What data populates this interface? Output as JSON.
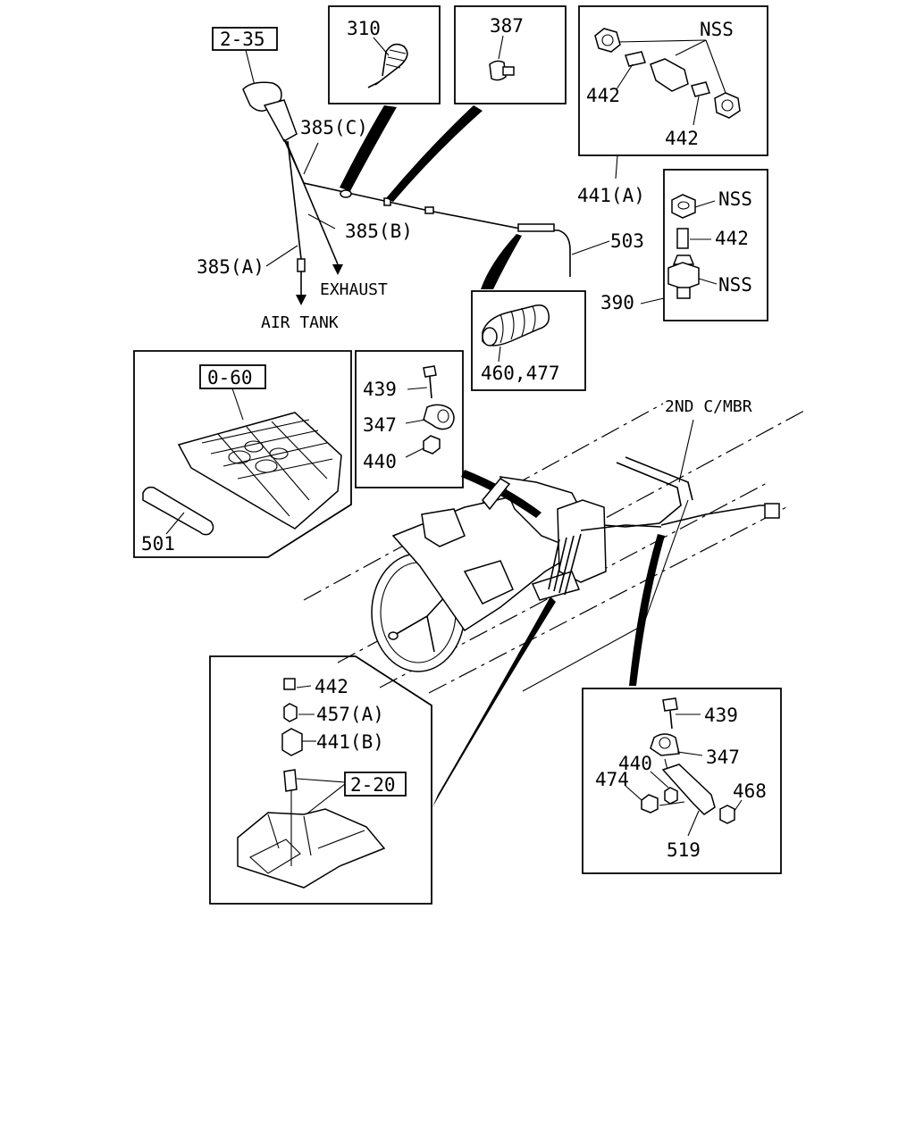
{
  "refs": {
    "r2_35": "2-35",
    "r0_60": "0-60",
    "r2_20": "2-20"
  },
  "labels": {
    "p310": "310",
    "p387": "387",
    "nss_top": "NSS",
    "p442_a": "442",
    "p442_b": "442",
    "p441a": "441(A)",
    "p385c": "385(C)",
    "p385b": "385(B)",
    "p385a": "385(A)",
    "exhaust": "EXHAUST",
    "air_tank": "AIR TANK",
    "p503": "503",
    "nss_1": "NSS",
    "p442_c": "442",
    "nss_2": "NSS",
    "p390": "390",
    "p460_477": "460,477",
    "p439_a": "439",
    "p347_a": "347",
    "p440_a": "440",
    "p501": "501",
    "second_cmbr": "2ND C/MBR",
    "p442_d": "442",
    "p457a": "457(A)",
    "p441b": "441(B)",
    "p439_b": "439",
    "p347_b": "347",
    "p440_b": "440",
    "p474": "474",
    "p468": "468",
    "p519": "519"
  }
}
